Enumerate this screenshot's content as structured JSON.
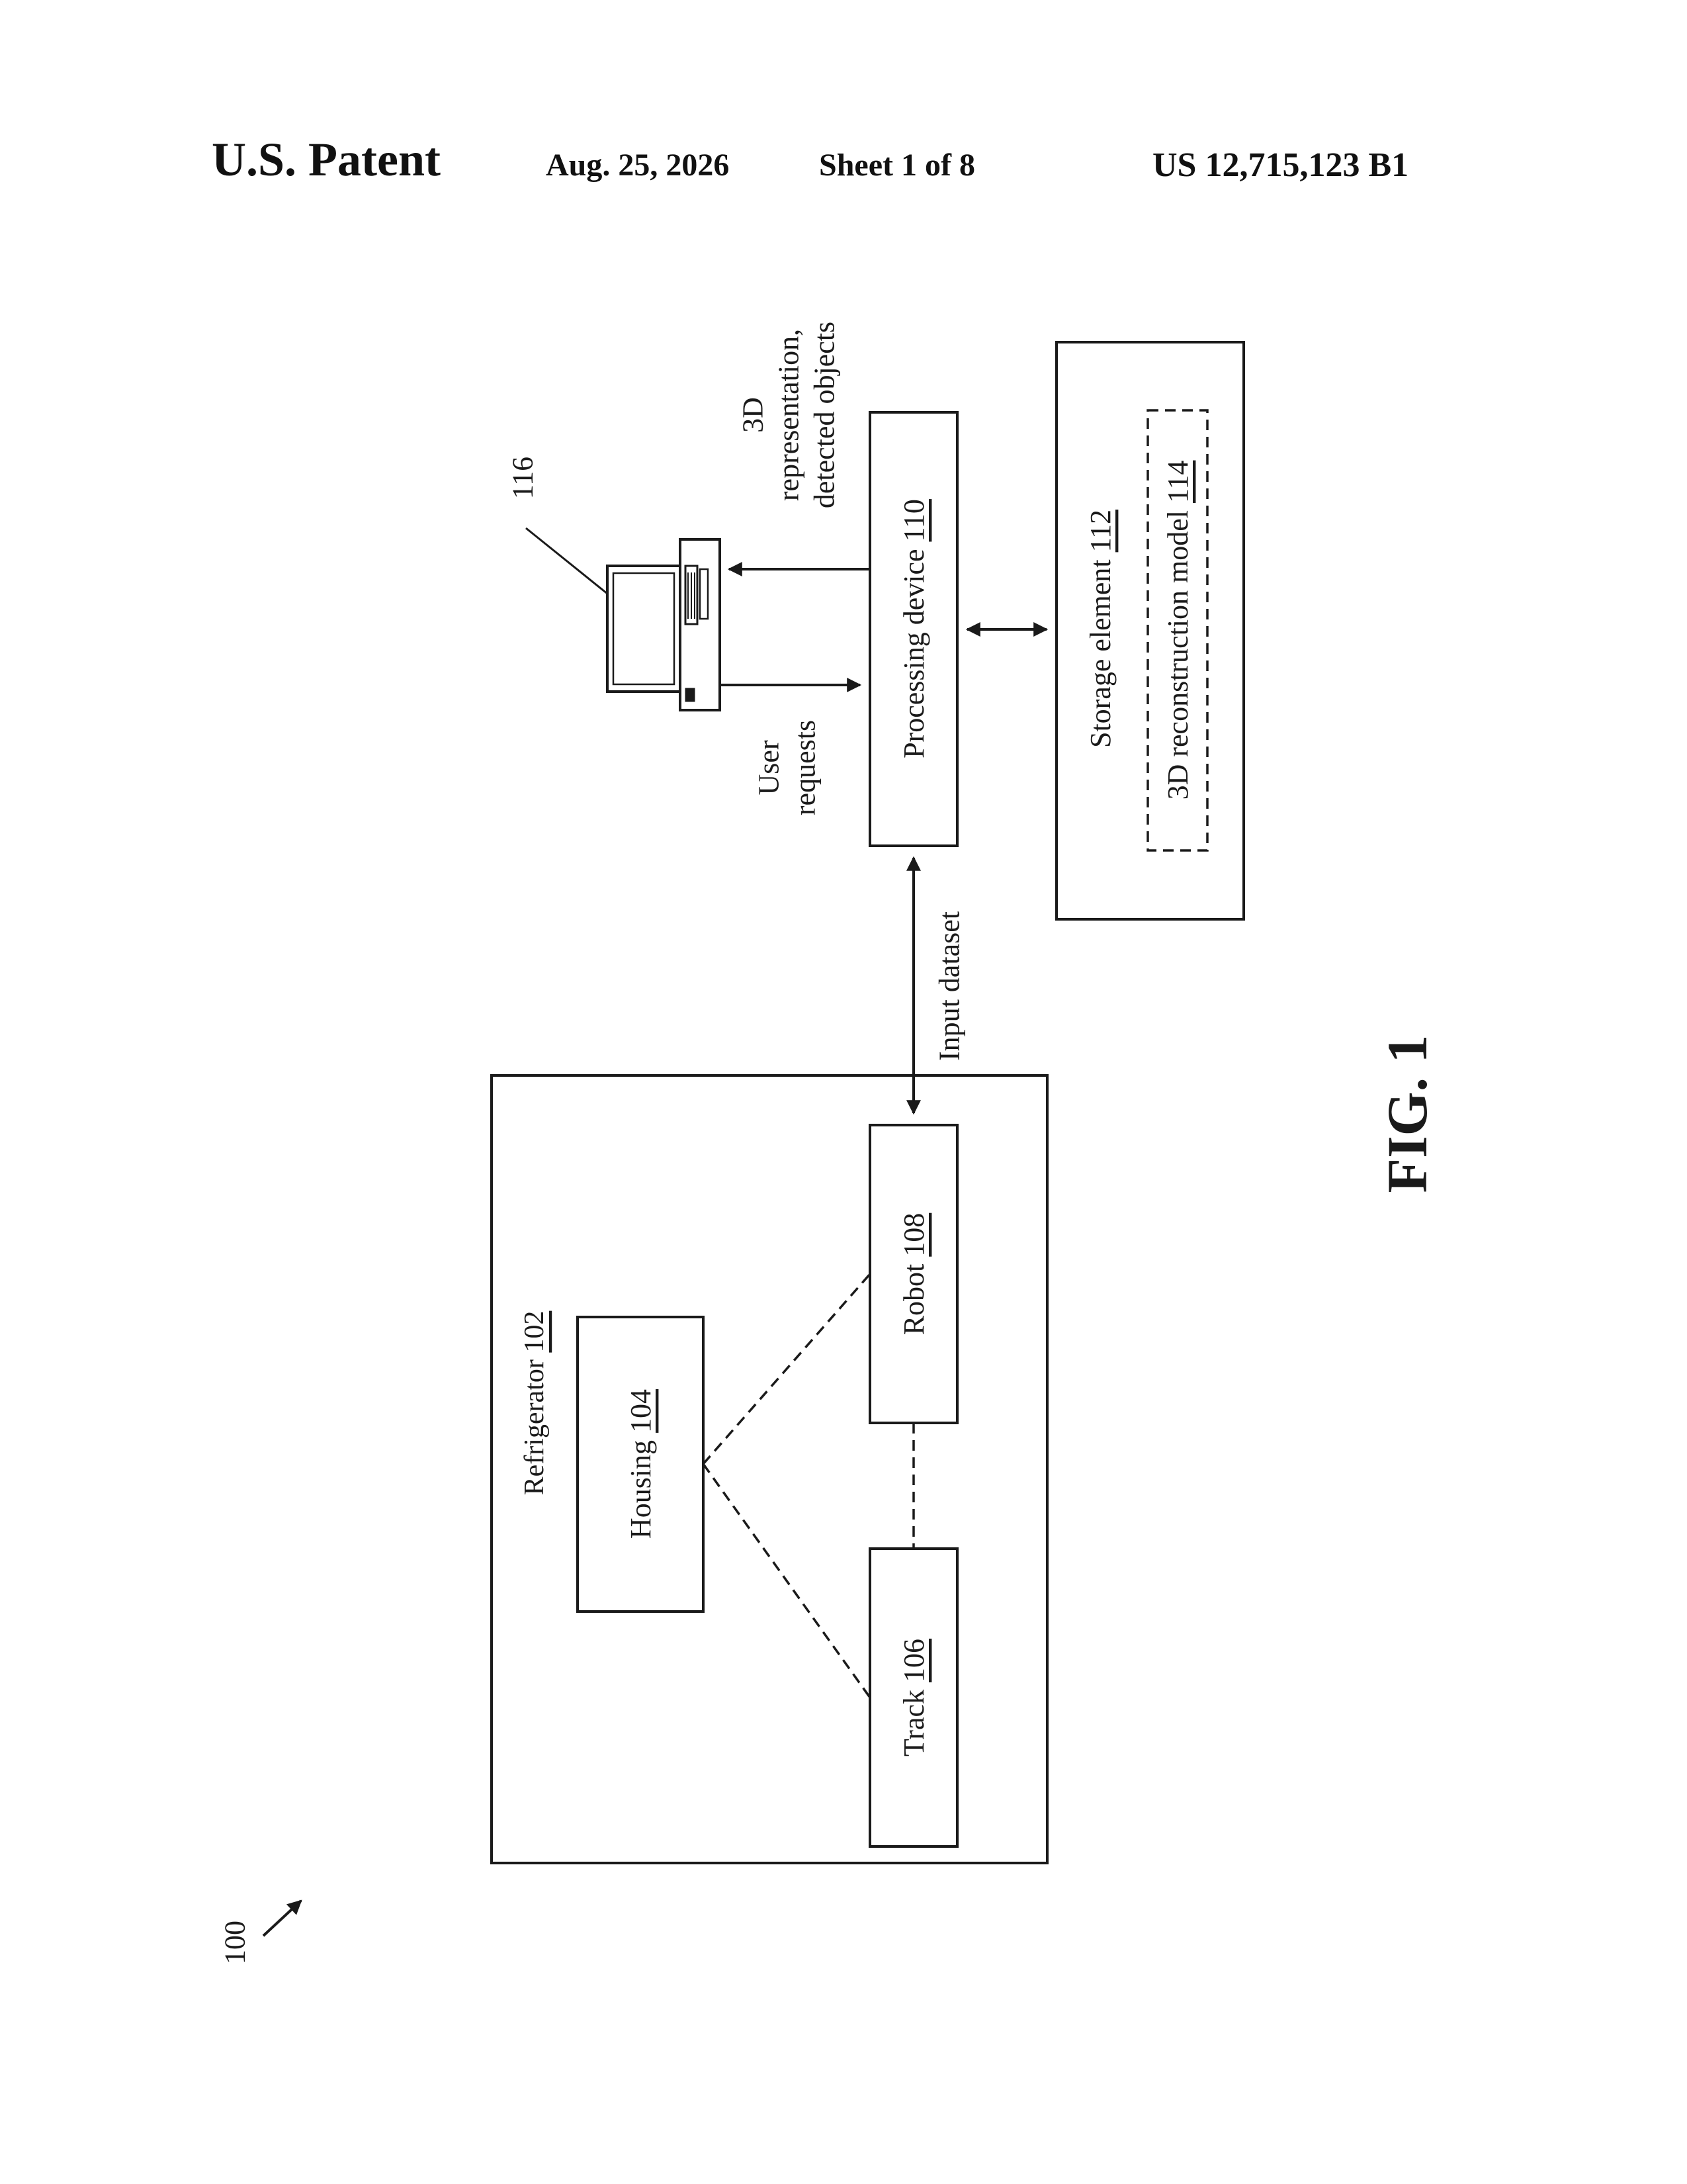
{
  "header": {
    "left": "U.S. Patent",
    "date": "Aug. 25, 2026",
    "sheet": "Sheet 1 of 8",
    "number": "US 12,715,123 B1"
  },
  "figure": {
    "label": "FIG. 1",
    "system_ref": "100",
    "terminal_ref": "116",
    "boxes": {
      "refrigerator": {
        "name": "Refrigerator ",
        "ref": "102"
      },
      "housing": {
        "name": "Housing ",
        "ref": "104"
      },
      "track": {
        "name": "Track ",
        "ref": "106"
      },
      "robot": {
        "name": "Robot ",
        "ref": "108"
      },
      "processing": {
        "name": "Processing device ",
        "ref": "110"
      },
      "storage": {
        "name": "Storage element ",
        "ref": "112"
      },
      "model": {
        "name": "3D reconstruction model ",
        "ref": "114"
      }
    },
    "labels": {
      "input_dataset": "Input dataset",
      "user_requests_1": "User",
      "user_requests_2": "requests",
      "output_1": "3D",
      "output_2": "representation,",
      "output_3": "detected objects"
    }
  }
}
